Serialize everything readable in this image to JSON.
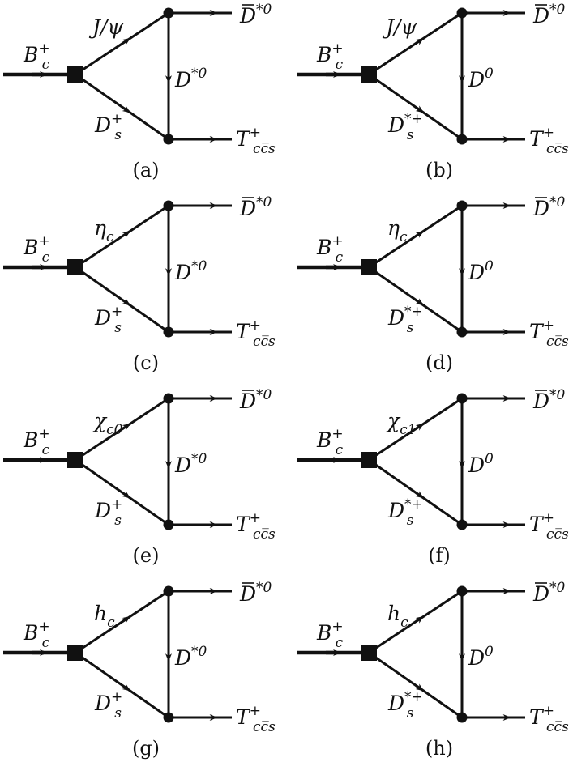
{
  "diagrams": [
    {
      "caption": "(a)",
      "incoming": {
        "base": "B",
        "sub": "c",
        "sup": "+"
      },
      "upper": {
        "text": "J/ψ"
      },
      "lower": {
        "base": "D",
        "sub": "s",
        "sup": "+"
      },
      "vertical": {
        "base": "D",
        "sup": "*0"
      },
      "out_top": {
        "bar": true,
        "base": "D",
        "sup": "*0"
      },
      "out_bottom": {
        "base": "T",
        "sub": "cc̅s",
        "sup": "+"
      }
    },
    {
      "caption": "(b)",
      "incoming": {
        "base": "B",
        "sub": "c",
        "sup": "+"
      },
      "upper": {
        "text": "J/ψ"
      },
      "lower": {
        "base": "D",
        "sub": "s",
        "sup": "*+"
      },
      "vertical": {
        "base": "D",
        "sup": "0"
      },
      "out_top": {
        "bar": true,
        "base": "D",
        "sup": "*0"
      },
      "out_bottom": {
        "base": "T",
        "sub": "cc̅s",
        "sup": "+"
      }
    },
    {
      "caption": "(c)",
      "incoming": {
        "base": "B",
        "sub": "c",
        "sup": "+"
      },
      "upper": {
        "base": "η",
        "sub": "c"
      },
      "lower": {
        "base": "D",
        "sub": "s",
        "sup": "+"
      },
      "vertical": {
        "base": "D",
        "sup": "*0"
      },
      "out_top": {
        "bar": true,
        "base": "D",
        "sup": "*0"
      },
      "out_bottom": {
        "base": "T",
        "sub": "cc̅s",
        "sup": "+"
      }
    },
    {
      "caption": "(d)",
      "incoming": {
        "base": "B",
        "sub": "c",
        "sup": "+"
      },
      "upper": {
        "base": "η",
        "sub": "c"
      },
      "lower": {
        "base": "D",
        "sub": "s",
        "sup": "*+"
      },
      "vertical": {
        "base": "D",
        "sup": "0"
      },
      "out_top": {
        "bar": true,
        "base": "D",
        "sup": "*0"
      },
      "out_bottom": {
        "base": "T",
        "sub": "cc̅s",
        "sup": "+"
      }
    },
    {
      "caption": "(e)",
      "incoming": {
        "base": "B",
        "sub": "c",
        "sup": "+"
      },
      "upper": {
        "base": "χ",
        "sub": "c0"
      },
      "lower": {
        "base": "D",
        "sub": "s",
        "sup": "+"
      },
      "vertical": {
        "base": "D",
        "sup": "*0"
      },
      "out_top": {
        "bar": true,
        "base": "D",
        "sup": "*0"
      },
      "out_bottom": {
        "base": "T",
        "sub": "cc̅s",
        "sup": "+"
      }
    },
    {
      "caption": "(f)",
      "incoming": {
        "base": "B",
        "sub": "c",
        "sup": "+"
      },
      "upper": {
        "base": "χ",
        "sub": "c1"
      },
      "lower": {
        "base": "D",
        "sub": "s",
        "sup": "*+"
      },
      "vertical": {
        "base": "D",
        "sup": "0"
      },
      "out_top": {
        "bar": true,
        "base": "D",
        "sup": "*0"
      },
      "out_bottom": {
        "base": "T",
        "sub": "cc̅s",
        "sup": "+"
      }
    },
    {
      "caption": "(g)",
      "incoming": {
        "base": "B",
        "sub": "c",
        "sup": "+"
      },
      "upper": {
        "base": "h",
        "sub": "c"
      },
      "lower": {
        "base": "D",
        "sub": "s",
        "sup": "+"
      },
      "vertical": {
        "base": "D",
        "sup": "*0"
      },
      "out_top": {
        "bar": true,
        "base": "D",
        "sup": "*0"
      },
      "out_bottom": {
        "base": "T",
        "sub": "cc̅s",
        "sup": "+"
      }
    },
    {
      "caption": "(h)",
      "incoming": {
        "base": "B",
        "sub": "c",
        "sup": "+"
      },
      "upper": {
        "base": "h",
        "sub": "c"
      },
      "lower": {
        "base": "D",
        "sub": "s",
        "sup": "*+"
      },
      "vertical": {
        "base": "D",
        "sup": "0"
      },
      "out_top": {
        "bar": true,
        "base": "D",
        "sup": "*0"
      },
      "out_bottom": {
        "base": "T",
        "sub": "cc̅s",
        "sup": "+"
      }
    }
  ]
}
